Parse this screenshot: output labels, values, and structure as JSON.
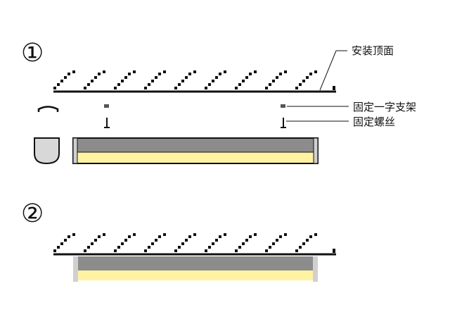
{
  "steps": [
    {
      "number": "①"
    },
    {
      "number": "②"
    }
  ],
  "callouts": {
    "mounting_surface": "安装顶面",
    "fixing_bracket": "固定一字支架",
    "fixing_screw": "固定螺丝"
  },
  "colors": {
    "line": "#111111",
    "tube_top": "#8c8c8c",
    "tube_light": "#fff3a3",
    "end_cap": "#d0d0d0",
    "clip": "#dddddd"
  }
}
